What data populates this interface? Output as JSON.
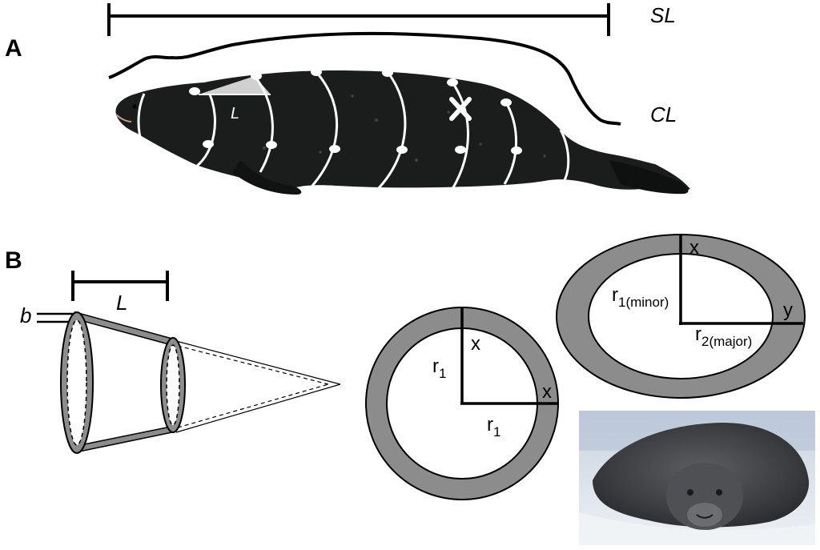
{
  "panel_a": {
    "label": "A",
    "sl_label": "SL",
    "cl_label": "CL",
    "length_label": "L"
  },
  "panel_b": {
    "label": "B",
    "length_label": "L",
    "b_label": "b",
    "circle": {
      "r1_top": "r",
      "r1_top_sub": "1",
      "r1_bottom": "r",
      "r1_bottom_sub": "1",
      "x_top": "x",
      "x_right": "x"
    },
    "ellipse": {
      "r1": "r",
      "r1_sub": "1(minor)",
      "r2": "r",
      "r2_sub": "2(major)",
      "x": "x",
      "y": "y"
    }
  },
  "colors": {
    "shell_fill": "#8c8c8c",
    "seal_body": "#1b1d1c",
    "contour": "#ffffff",
    "ice": "#e8ecf2"
  }
}
